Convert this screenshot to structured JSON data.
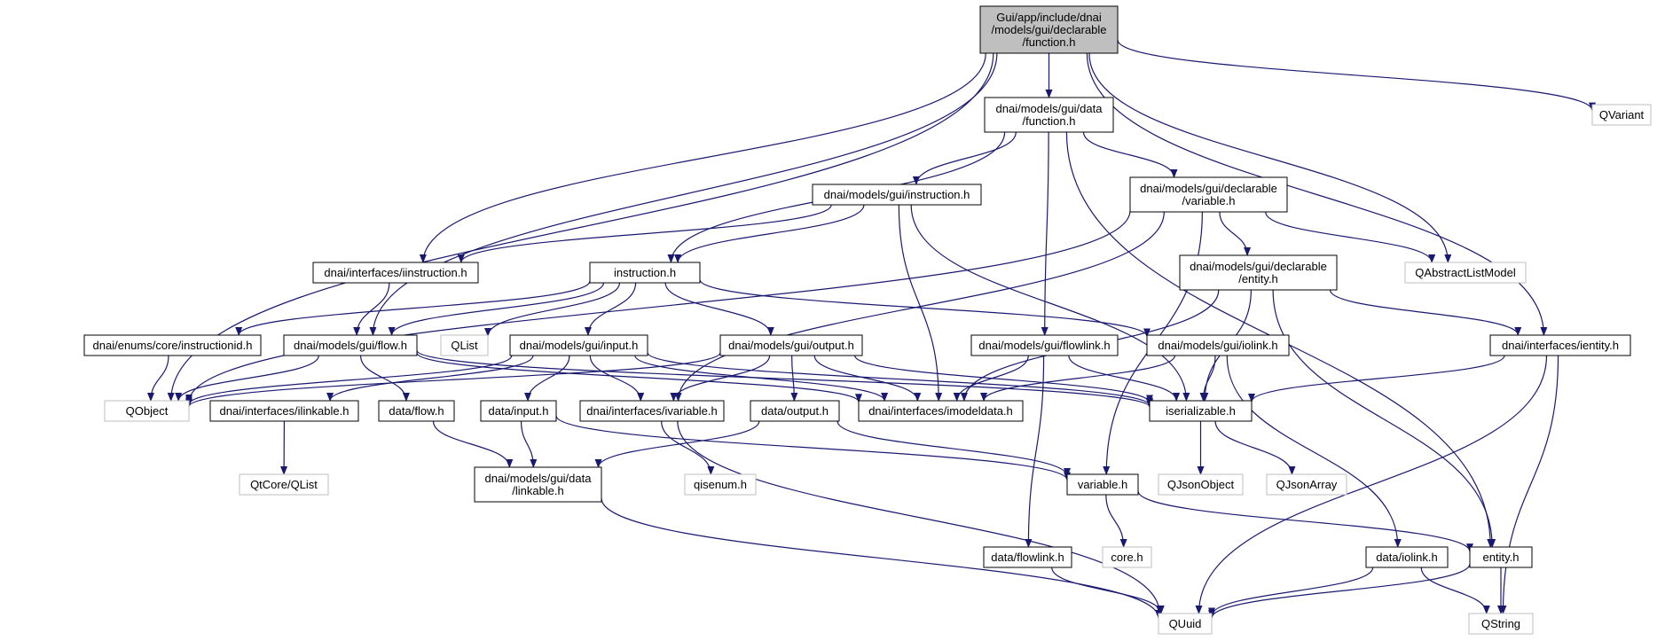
{
  "colors": {
    "edge": "#191970",
    "root_fill": "#bfbfbf",
    "included_border": "#000000",
    "external_border": "#bfbfbf",
    "background": "#ffffff"
  },
  "nodes": {
    "root": {
      "lines": [
        "Gui/app/include/dnai",
        "/models/gui/declarable",
        "/function.h"
      ],
      "kind": "root"
    },
    "data_function": {
      "lines": [
        "dnai/models/gui/data",
        "/function.h"
      ],
      "kind": "included"
    },
    "qvariant": {
      "lines": [
        "QVariant"
      ],
      "kind": "external"
    },
    "gui_instruction": {
      "lines": [
        "dnai/models/gui/instruction.h"
      ],
      "kind": "included"
    },
    "declarable_variable": {
      "lines": [
        "dnai/models/gui/declarable",
        "/variable.h"
      ],
      "kind": "included"
    },
    "iinstruction": {
      "lines": [
        "dnai/interfaces/iinstruction.h"
      ],
      "kind": "included"
    },
    "instruction": {
      "lines": [
        "instruction.h"
      ],
      "kind": "included"
    },
    "declarable_entity": {
      "lines": [
        "dnai/models/gui/declarable",
        "/entity.h"
      ],
      "kind": "included"
    },
    "qabstractlistmodel": {
      "lines": [
        "QAbstractListModel"
      ],
      "kind": "external"
    },
    "instructionid": {
      "lines": [
        "dnai/enums/core/instructionid.h"
      ],
      "kind": "included"
    },
    "gui_flow": {
      "lines": [
        "dnai/models/gui/flow.h"
      ],
      "kind": "included"
    },
    "qlist": {
      "lines": [
        "QList"
      ],
      "kind": "external"
    },
    "gui_input": {
      "lines": [
        "dnai/models/gui/input.h"
      ],
      "kind": "included"
    },
    "gui_output": {
      "lines": [
        "dnai/models/gui/output.h"
      ],
      "kind": "included"
    },
    "gui_flowlink": {
      "lines": [
        "dnai/models/gui/flowlink.h"
      ],
      "kind": "included"
    },
    "gui_iolink": {
      "lines": [
        "dnai/models/gui/iolink.h"
      ],
      "kind": "included"
    },
    "ientity": {
      "lines": [
        "dnai/interfaces/ientity.h"
      ],
      "kind": "included"
    },
    "qobject": {
      "lines": [
        "QObject"
      ],
      "kind": "external"
    },
    "ilinkable": {
      "lines": [
        "dnai/interfaces/ilinkable.h"
      ],
      "kind": "included"
    },
    "data_flow": {
      "lines": [
        "data/flow.h"
      ],
      "kind": "included"
    },
    "data_input": {
      "lines": [
        "data/input.h"
      ],
      "kind": "included"
    },
    "ivariable": {
      "lines": [
        "dnai/interfaces/ivariable.h"
      ],
      "kind": "included"
    },
    "data_output": {
      "lines": [
        "data/output.h"
      ],
      "kind": "included"
    },
    "imodeldata": {
      "lines": [
        "dnai/interfaces/imodeldata.h"
      ],
      "kind": "included"
    },
    "iserializable": {
      "lines": [
        "iserializable.h"
      ],
      "kind": "included"
    },
    "qtcore_qlist": {
      "lines": [
        "QtCore/QList"
      ],
      "kind": "external"
    },
    "data_linkable": {
      "lines": [
        "dnai/models/gui/data",
        "/linkable.h"
      ],
      "kind": "included"
    },
    "qisenum": {
      "lines": [
        "qisenum.h"
      ],
      "kind": "external"
    },
    "variable": {
      "lines": [
        "variable.h"
      ],
      "kind": "included"
    },
    "qjsonobject": {
      "lines": [
        "QJsonObject"
      ],
      "kind": "external"
    },
    "qjsonarray": {
      "lines": [
        "QJsonArray"
      ],
      "kind": "external"
    },
    "core": {
      "lines": [
        "core.h"
      ],
      "kind": "external"
    },
    "data_flowlink": {
      "lines": [
        "data/flowlink.h"
      ],
      "kind": "included"
    },
    "data_iolink": {
      "lines": [
        "data/iolink.h"
      ],
      "kind": "included"
    },
    "entity": {
      "lines": [
        "entity.h"
      ],
      "kind": "included"
    },
    "quuid": {
      "lines": [
        "QUuid"
      ],
      "kind": "external"
    },
    "qstring": {
      "lines": [
        "QString"
      ],
      "kind": "external"
    }
  },
  "edges": [
    [
      "root",
      "data_function"
    ],
    [
      "root",
      "qvariant"
    ],
    [
      "root",
      "qobject"
    ],
    [
      "root",
      "gui_flow"
    ],
    [
      "root",
      "iinstruction"
    ],
    [
      "root",
      "qabstractlistmodel"
    ],
    [
      "root",
      "ientity"
    ],
    [
      "data_function",
      "gui_instruction"
    ],
    [
      "data_function",
      "declarable_variable"
    ],
    [
      "data_function",
      "instruction"
    ],
    [
      "data_function",
      "gui_flowlink"
    ],
    [
      "data_function",
      "entity"
    ],
    [
      "gui_instruction",
      "iinstruction"
    ],
    [
      "gui_instruction",
      "instruction"
    ],
    [
      "gui_instruction",
      "imodeldata"
    ],
    [
      "gui_instruction",
      "iserializable"
    ],
    [
      "declarable_variable",
      "declarable_entity"
    ],
    [
      "declarable_variable",
      "qabstractlistmodel"
    ],
    [
      "declarable_variable",
      "qobject"
    ],
    [
      "declarable_variable",
      "ivariable"
    ],
    [
      "declarable_variable",
      "variable"
    ],
    [
      "iinstruction",
      "gui_flow"
    ],
    [
      "instruction",
      "instructionid"
    ],
    [
      "instruction",
      "gui_flow"
    ],
    [
      "instruction",
      "qlist"
    ],
    [
      "instruction",
      "gui_input"
    ],
    [
      "instruction",
      "gui_output"
    ],
    [
      "instruction",
      "gui_iolink"
    ],
    [
      "declarable_entity",
      "imodeldata"
    ],
    [
      "declarable_entity",
      "iserializable"
    ],
    [
      "declarable_entity",
      "ientity"
    ],
    [
      "declarable_entity",
      "entity"
    ],
    [
      "instructionid",
      "qobject"
    ],
    [
      "gui_flow",
      "qobject"
    ],
    [
      "gui_flow",
      "data_flow"
    ],
    [
      "gui_flow",
      "imodeldata"
    ],
    [
      "gui_flow",
      "iserializable"
    ],
    [
      "gui_input",
      "qobject"
    ],
    [
      "gui_input",
      "ilinkable"
    ],
    [
      "gui_input",
      "data_input"
    ],
    [
      "gui_input",
      "ivariable"
    ],
    [
      "gui_input",
      "imodeldata"
    ],
    [
      "gui_input",
      "iserializable"
    ],
    [
      "gui_output",
      "qobject"
    ],
    [
      "gui_output",
      "ivariable"
    ],
    [
      "gui_output",
      "data_output"
    ],
    [
      "gui_output",
      "imodeldata"
    ],
    [
      "gui_output",
      "iserializable"
    ],
    [
      "gui_flowlink",
      "imodeldata"
    ],
    [
      "gui_flowlink",
      "iserializable"
    ],
    [
      "gui_flowlink",
      "data_flowlink"
    ],
    [
      "gui_iolink",
      "imodeldata"
    ],
    [
      "gui_iolink",
      "iserializable"
    ],
    [
      "gui_iolink",
      "data_iolink"
    ],
    [
      "ientity",
      "iserializable"
    ],
    [
      "ientity",
      "quuid"
    ],
    [
      "ientity",
      "qstring"
    ],
    [
      "ilinkable",
      "qtcore_qlist"
    ],
    [
      "data_flow",
      "data_linkable"
    ],
    [
      "data_input",
      "data_linkable"
    ],
    [
      "data_input",
      "variable"
    ],
    [
      "ivariable",
      "qisenum"
    ],
    [
      "ivariable",
      "quuid"
    ],
    [
      "data_output",
      "data_linkable"
    ],
    [
      "data_output",
      "variable"
    ],
    [
      "iserializable",
      "qjsonobject"
    ],
    [
      "iserializable",
      "qjsonarray"
    ],
    [
      "data_linkable",
      "quuid"
    ],
    [
      "variable",
      "core"
    ],
    [
      "variable",
      "entity"
    ],
    [
      "data_flowlink",
      "quuid"
    ],
    [
      "data_iolink",
      "quuid"
    ],
    [
      "data_iolink",
      "qstring"
    ],
    [
      "entity",
      "quuid"
    ],
    [
      "entity",
      "qstring"
    ]
  ]
}
